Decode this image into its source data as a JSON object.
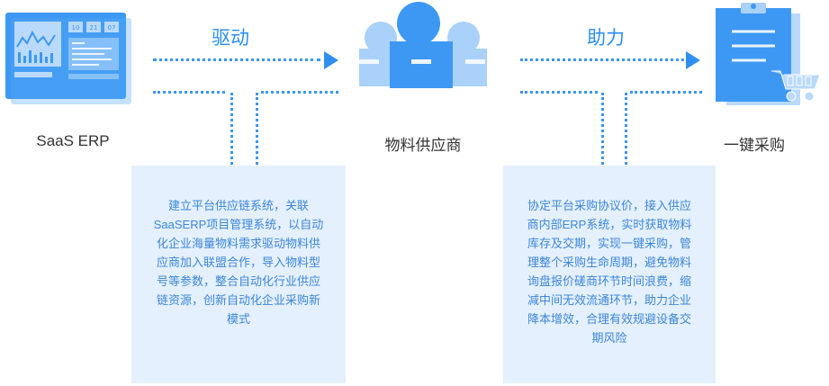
{
  "nodes": {
    "erp": {
      "label": "SaaS ERP",
      "screen_numbers": [
        "10",
        "21",
        "07"
      ]
    },
    "supplier": {
      "label": "物料供应商"
    },
    "purchase": {
      "label": "一键采购"
    }
  },
  "edges": {
    "drive": {
      "label": "驱动"
    },
    "assist": {
      "label": "助力"
    }
  },
  "descriptions": {
    "left": [
      "建立平台供应链系统，关联",
      "SaaSERP项目管理系统，以自动",
      "化企业海量物料需求驱动物料供",
      "应商加入联盟合作，导入物料型",
      "号等参数，整合自动化行业供应",
      "链资源，创新自动化企业采购新",
      "模式"
    ],
    "right": [
      "协定平台采购协议价，接入供应",
      "商内部ERP系统，实时获取物料",
      "库存及交期，实现一键采购，管",
      "理整个采购生命周期，避免物料",
      "询盘报价磋商环节时间浪费，缩",
      "减中间无效流通环节，助力企业",
      "降本增效，合理有效规避设备交",
      "期风险"
    ]
  },
  "colors": {
    "accent": "#2c8ef2",
    "icon_primary": "#3d98f3",
    "icon_light": "#b9dafb",
    "box_bg": "#e4f0fd",
    "box_text": "#3d86d8"
  }
}
